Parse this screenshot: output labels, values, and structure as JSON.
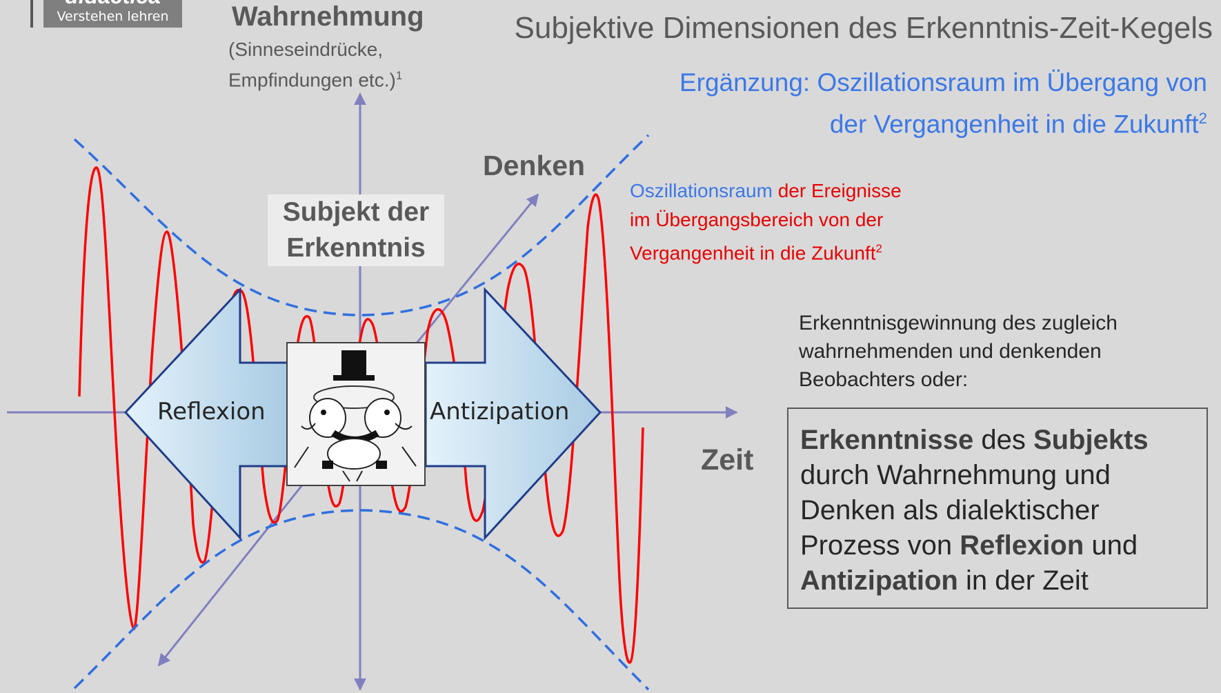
{
  "logo": {
    "title": "didactica",
    "subtitle": "Verstehen lehren"
  },
  "y_axis": {
    "title": "Wahrnehmung",
    "subtitle_line1": "(Sinneseindrücke,",
    "subtitle_line2": "Empfindungen etc.)",
    "subtitle_sup": "1"
  },
  "title": "Subjektive Dimensionen des Erkenntnis-Zeit-Kegels",
  "subtitle": {
    "line1": "Ergänzung: Oszillationsraum im Übergang von",
    "line2": "der Vergangenheit in die Zukunft",
    "sup": "2"
  },
  "diagonal_axis": {
    "label": "Denken"
  },
  "x_axis": {
    "label": "Zeit"
  },
  "subject": {
    "line1": "Subjekt der",
    "line2": "Erkenntnis"
  },
  "oscillation": {
    "part_blue": "Oszillationsraum",
    "part_red": " der Ereignisse",
    "line2": "im Übergangsbereich von der",
    "line3": "Vergangenheit in die Zukunft",
    "sup": "2"
  },
  "arrows": {
    "left": "Reflexion",
    "right": "Antizipation"
  },
  "description": {
    "line1": "Erkenntnisgewinnung des zugleich",
    "line2": "wahrnehmenden und denkenden",
    "line3": "Beobachters oder:"
  },
  "summary": {
    "w1": "Erkenntnisse",
    "t1": " des ",
    "w2": "Subjekts",
    "line2": "durch Wahrnehmung und",
    "line3": "Denken als dialektischer",
    "t4": "Prozess von ",
    "w4": "Reflexion",
    "t4b": " und",
    "w5": "Antizipation",
    "t5": " in der Zeit"
  },
  "colors": {
    "wave": "#ff0000",
    "cone": "#2f6fe0",
    "axis": "#8080c0",
    "arrow_border": "#1f3d8a",
    "arrow_fill_light": "#e4f2fb",
    "arrow_fill_dark": "#a9cbe3"
  },
  "center_image": {
    "icon": "cartoon-ducks-icon"
  }
}
